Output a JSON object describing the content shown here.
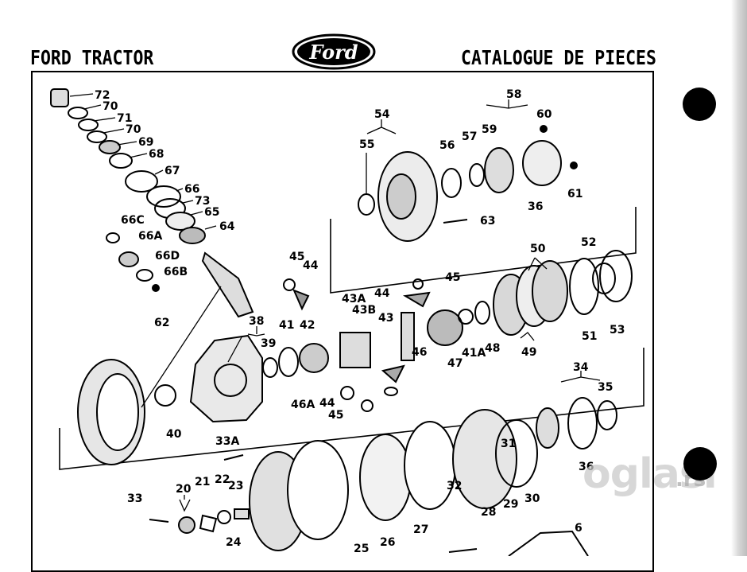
{
  "header": {
    "left_title": "FORD TRACTOR",
    "logo_text": "Ford",
    "right_title": "CATALOGUE DE PIECES"
  },
  "diagram": {
    "part_labels": [
      "72",
      "70",
      "71",
      "70",
      "69",
      "68",
      "67",
      "66",
      "73",
      "65",
      "64",
      "66C",
      "66A",
      "66D",
      "66B",
      "62",
      "45",
      "44",
      "43A",
      "43B",
      "43",
      "44",
      "45",
      "46",
      "38",
      "39",
      "41",
      "42",
      "46A",
      "44",
      "45",
      "40",
      "54",
      "55",
      "56",
      "57",
      "59",
      "58",
      "60",
      "36",
      "61",
      "63",
      "50",
      "52",
      "53",
      "51",
      "49",
      "48",
      "41A",
      "47",
      "34",
      "35",
      "33A",
      "33",
      "20",
      "21",
      "22",
      "23",
      "24",
      "25",
      "26",
      "27",
      "28",
      "29",
      "30",
      "31",
      "32",
      "36",
      "6"
    ]
  },
  "watermark": {
    "brand": "oglasi",
    "suffix": ".rs"
  }
}
